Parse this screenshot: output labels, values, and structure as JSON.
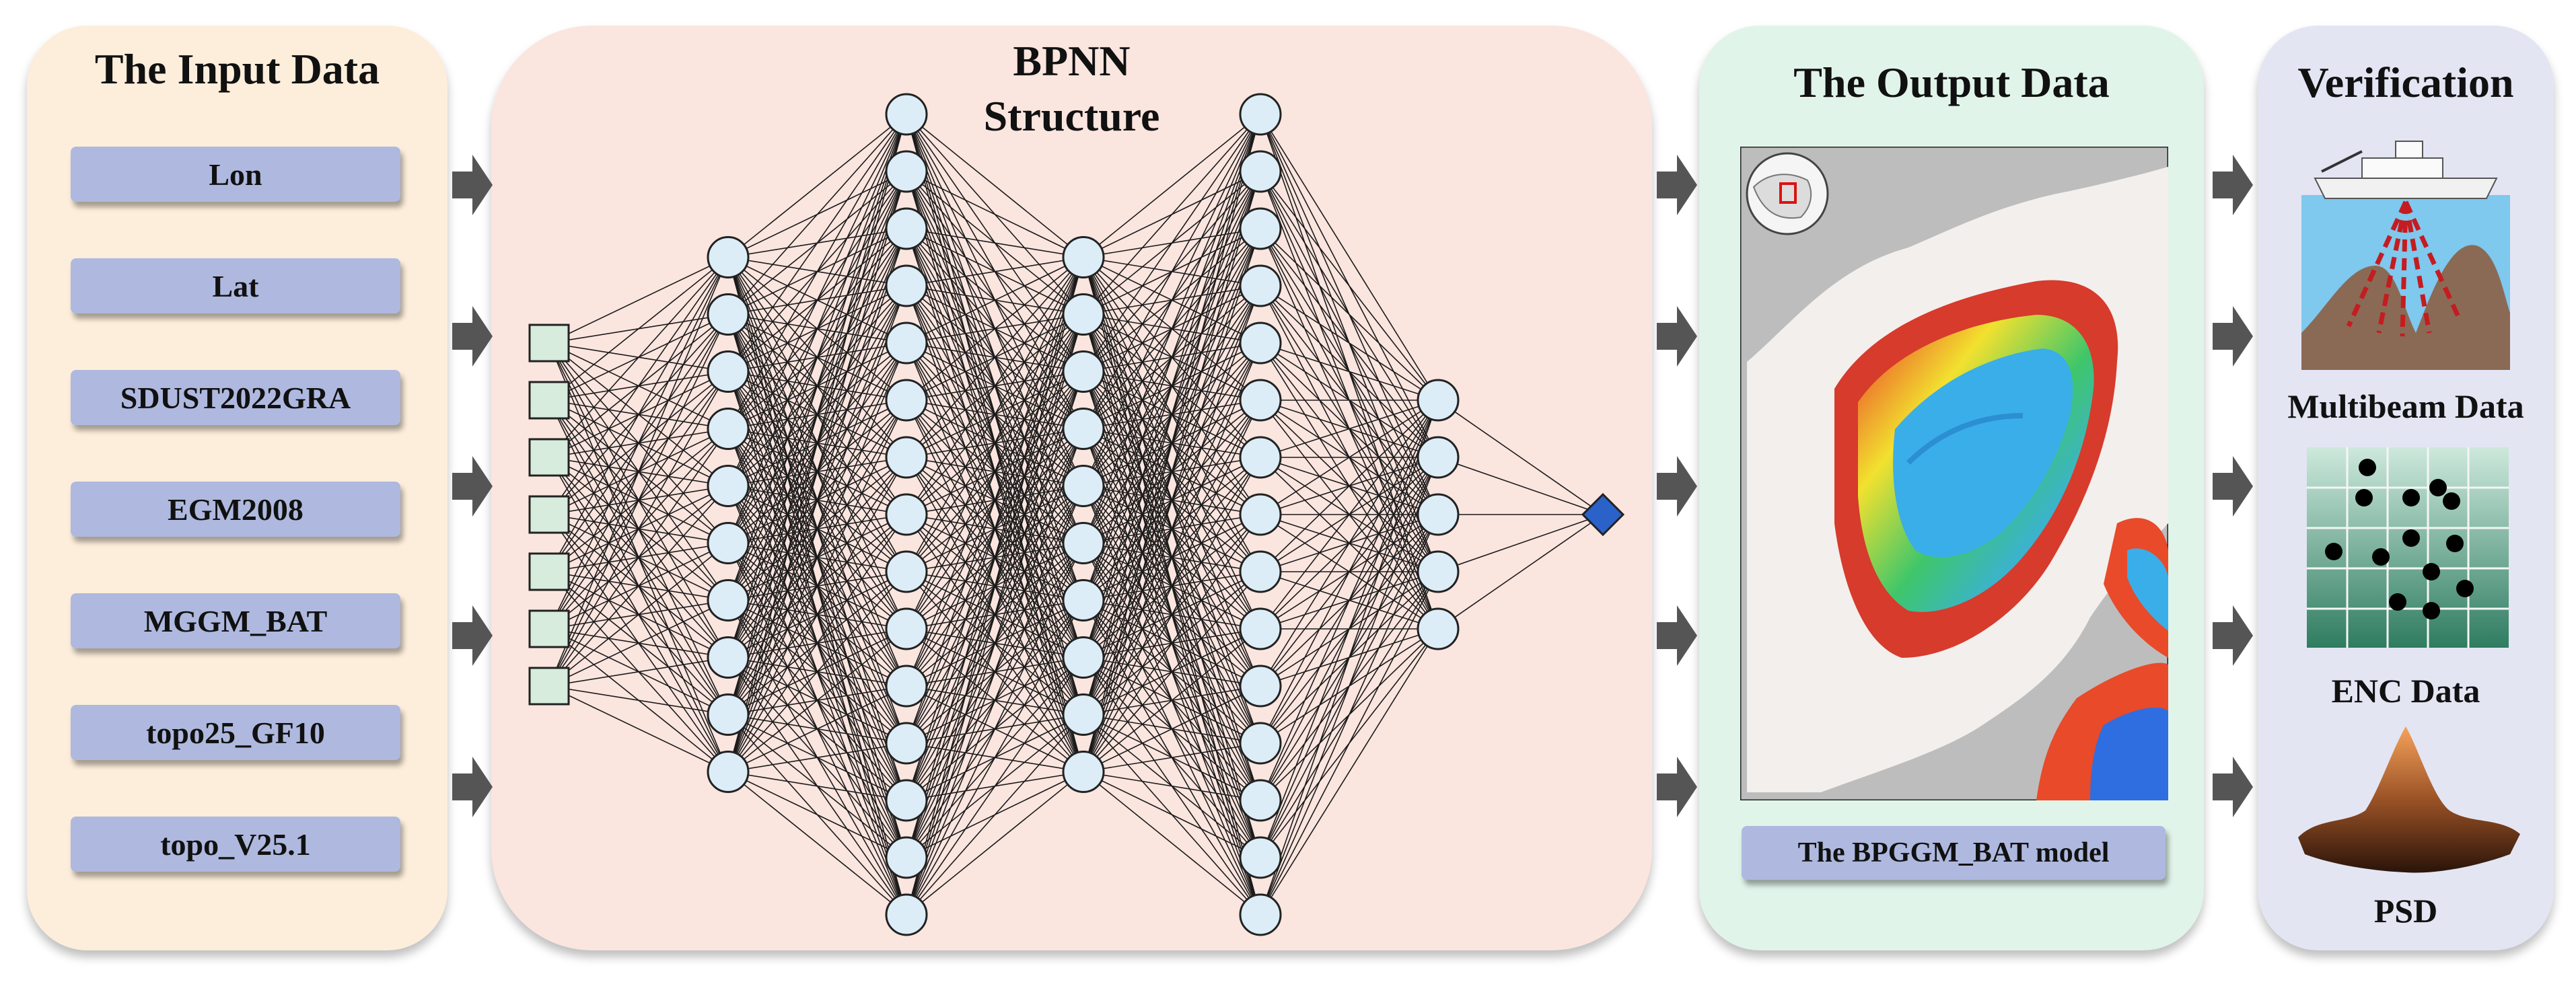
{
  "input_panel": {
    "title": "The Input Data",
    "items": [
      "Lon",
      "Lat",
      "SDUST2022GRA",
      "EGM2008",
      "MGGM_BAT",
      "topo25_GF10",
      "topo_V25.1"
    ]
  },
  "bpnn_panel": {
    "title_line1": "BPNN",
    "title_line2": "Structure"
  },
  "output_panel": {
    "title": "The Output Data",
    "model_label": "The BPGGM_BAT model"
  },
  "verification_panel": {
    "title": "Verification",
    "items": [
      "Multibeam Data",
      "ENC Data",
      "PSD"
    ]
  },
  "colors": {
    "input_bg": "#fdeedb",
    "bpnn_bg": "#fbe5df",
    "output_bg": "#e1f4ea",
    "verification_bg": "#e3e5f3",
    "label_box": "#afb9df",
    "neuron": "#dcedf7",
    "input_node": "#d7ecdc",
    "output_node": "#2a62c9",
    "arrow": "#555555"
  }
}
